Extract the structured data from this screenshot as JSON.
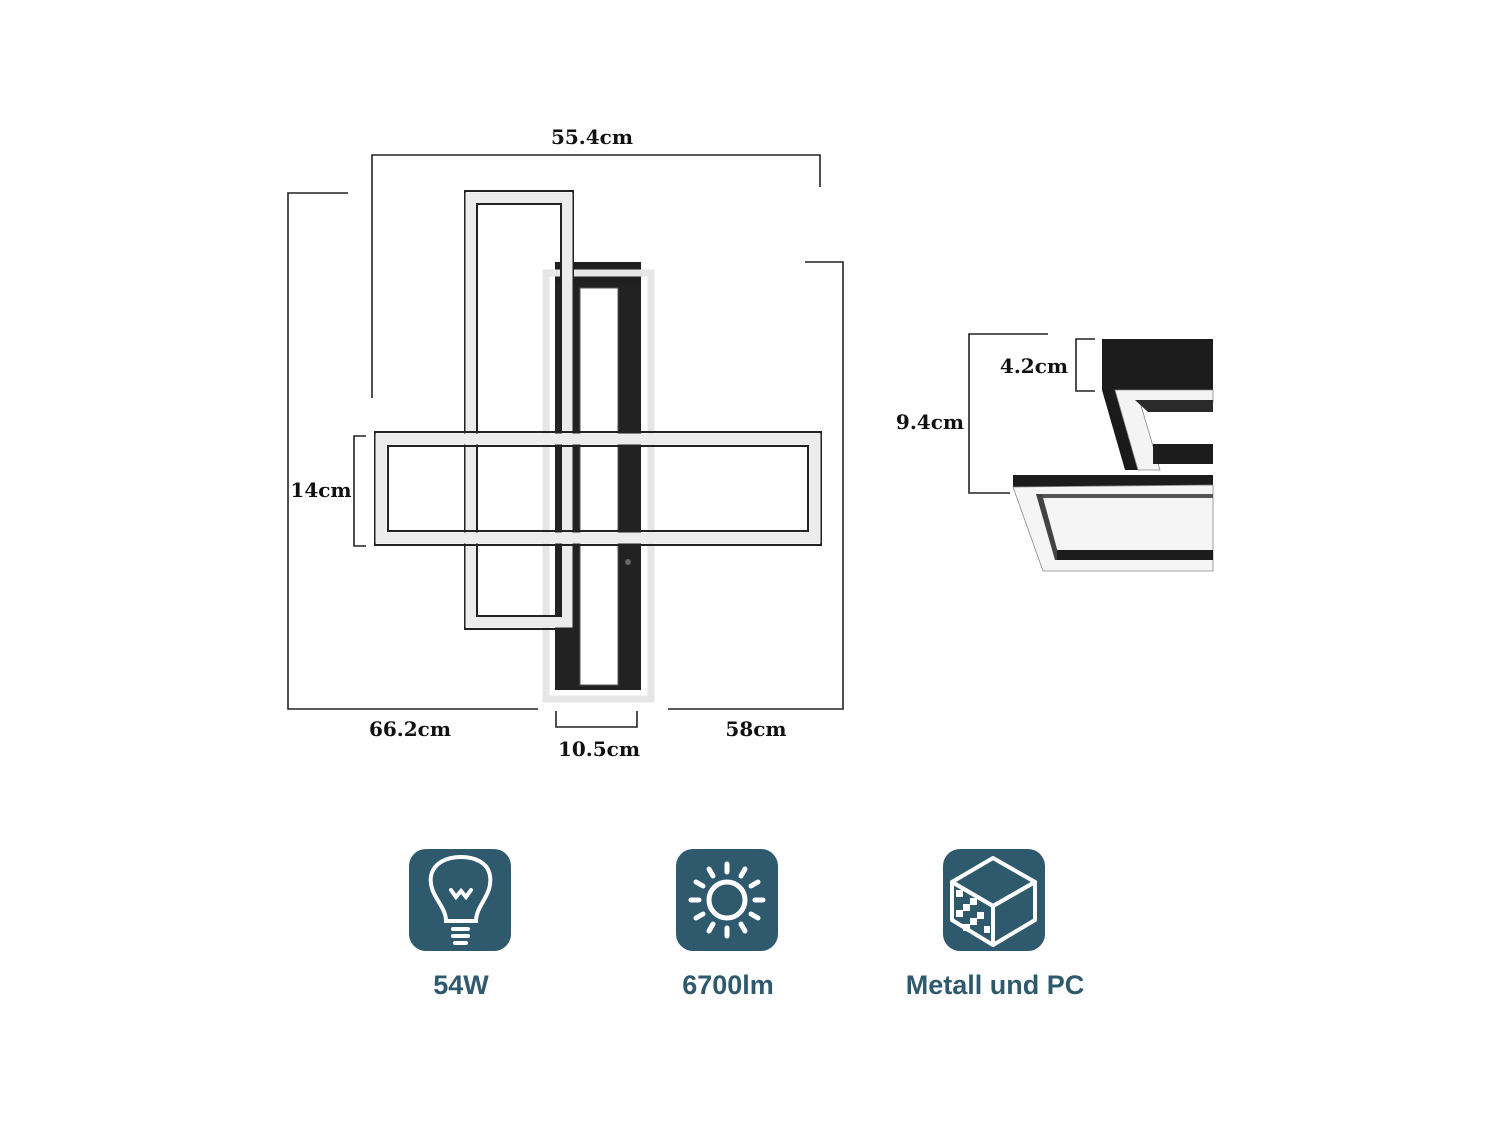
{
  "dimensions": {
    "width_top": "55.4cm",
    "height_left": "66.2cm",
    "height_right": "58cm",
    "bar_height": "14cm",
    "back_width": "10.5cm",
    "total_depth": "9.4cm",
    "base_depth": "4.2cm"
  },
  "features": [
    {
      "icon": "light-bulb-icon",
      "label": "54W"
    },
    {
      "icon": "sun-icon",
      "label": "6700lm"
    },
    {
      "icon": "cube-material-icon",
      "label": "Metall und PC"
    }
  ],
  "colors": {
    "accent": "#2f5a6e",
    "frame_dark": "#1c1c1c",
    "frame_light": "#f2f2f2"
  }
}
